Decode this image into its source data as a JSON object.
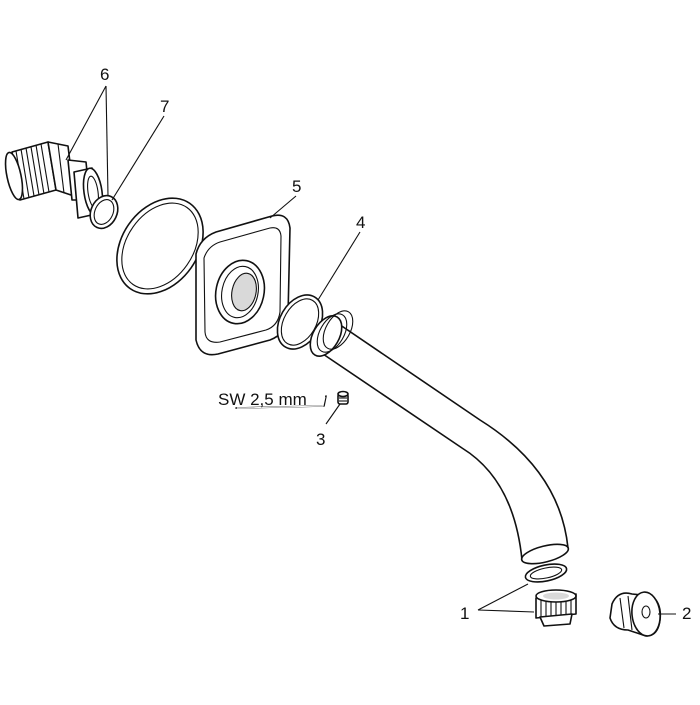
{
  "diagram": {
    "callouts": {
      "c1": "1",
      "c2": "2",
      "c3": "3",
      "c4": "4",
      "c5": "5",
      "c6": "6",
      "c7": "7"
    },
    "tool_label": "SW 2,5 mm"
  }
}
